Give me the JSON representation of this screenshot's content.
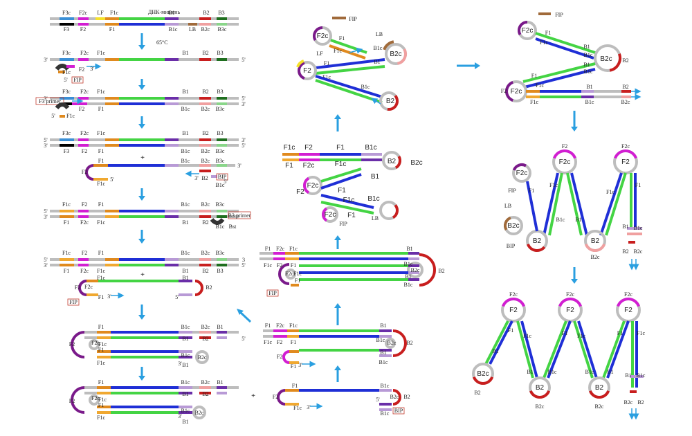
{
  "labels": {
    "title": "ДНК-мишень",
    "temp": "65°C",
    "F3c": "F3c",
    "F2c": "F2c",
    "LF": "LF",
    "F1c": "F1c",
    "B1": "B1",
    "B2": "B2",
    "B3": "B3",
    "F3": "F3",
    "F2": "F2",
    "F1": "F1",
    "B1c": "B1c",
    "LB": "LB",
    "B2c": "B2c",
    "B3c": "B3c",
    "FIP": "FIP",
    "BIP": "BIP",
    "F3primer": "F3 primer",
    "B3primer": "B3 primer",
    "bst": "Bst",
    "three": "3'",
    "five": "5'",
    "plus": "+",
    "three_plain": "3"
  },
  "colors": {
    "F3": "#3a8fd6",
    "F2": "#d21ed2",
    "LF": "#f5e12a",
    "F1": "#e08a1e",
    "mid_green": "#44d444",
    "mid_blue": "#1f2fd6",
    "B1": "#6a2ea8",
    "LB": "#9a6a4a",
    "B2": "#c81e1e",
    "B3": "#1e6e1e",
    "F3c": "#000000",
    "F1c": "#f0a830",
    "B1c": "#b89ad6",
    "B2c": "#f0a0a0",
    "B3c": "#8ad68a",
    "strand": "#bdbdbd",
    "arrow": "#2a9fe0",
    "F2c": "#d21ed2",
    "purple": "#7a1a8a",
    "brown": "#a06a3a"
  }
}
